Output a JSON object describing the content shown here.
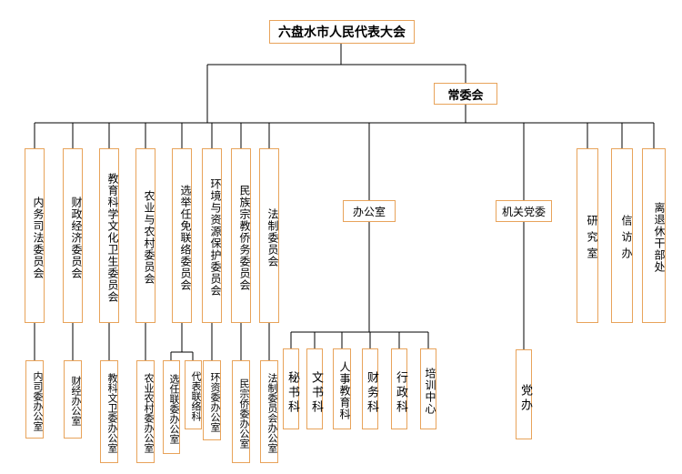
{
  "top": {
    "name": "六盘水市人民代表大会"
  },
  "standing": {
    "name": "常委会"
  },
  "committees": [
    {
      "name": "内务司法委员会",
      "office": "内司委办公室"
    },
    {
      "name": "财政经济委员会",
      "office": "财经办公室"
    },
    {
      "name": "教育科学文化卫生委员会",
      "office": "教科文卫委办公室"
    },
    {
      "name": "农业与农村委员会",
      "office": "农业农村委办公室"
    },
    {
      "name": "选举任免联络委员会",
      "offices": [
        "选任联委办公室",
        "代表联络科"
      ]
    },
    {
      "name": "环境与资源保护委员会",
      "office": "环资委办公室"
    },
    {
      "name": "民族宗教侨务委员会",
      "office": "民宗侨委办公室"
    },
    {
      "name": "法制委员会",
      "office": "法制委员会办公室"
    }
  ],
  "general_office": {
    "name": "办公室",
    "sections": [
      "秘书科",
      "文书科",
      "人事教育科",
      "财务科",
      "行政科",
      "培训中心"
    ]
  },
  "party_committee": {
    "name": "机关党委",
    "office": "党办"
  },
  "others": [
    "研究室",
    "信访办",
    "离退休干部处"
  ]
}
